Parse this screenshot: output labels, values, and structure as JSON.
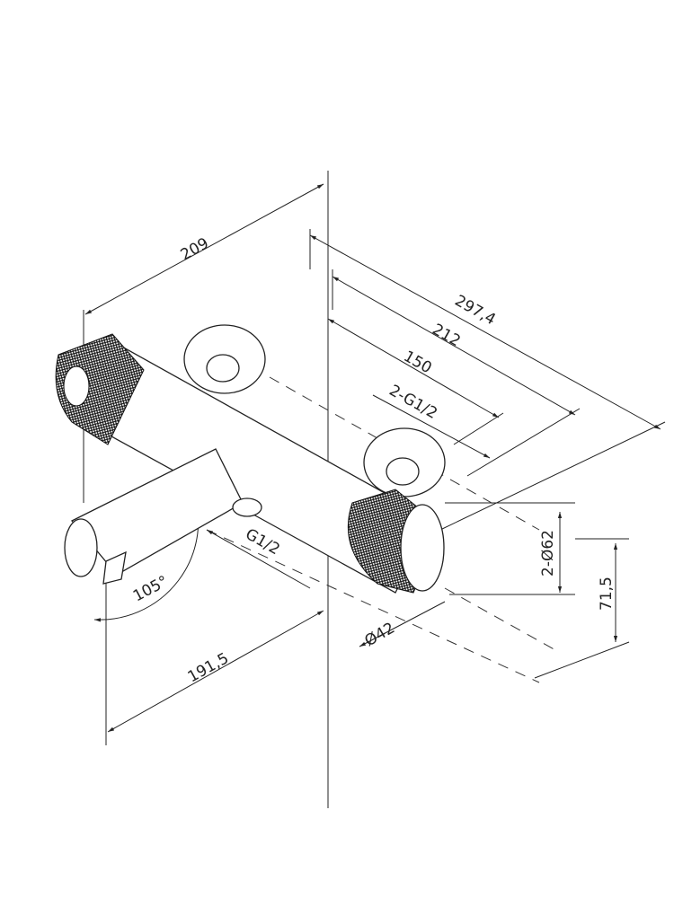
{
  "drawing": {
    "dimensions": {
      "overall_width": "209",
      "total_depth": "297,4",
      "depth_212": "212",
      "depth_150": "150",
      "inlets": "2-G1/2",
      "outlet_thread": "G1/2",
      "flange_diameter": "2-Ø62",
      "height": "71,5",
      "handle_diameter": "Ø42",
      "spout_rotation": "105°",
      "spout_reach": "191,5"
    },
    "colors": {
      "line": "#222222",
      "knurl": "#111111",
      "background": "#ffffff"
    }
  }
}
